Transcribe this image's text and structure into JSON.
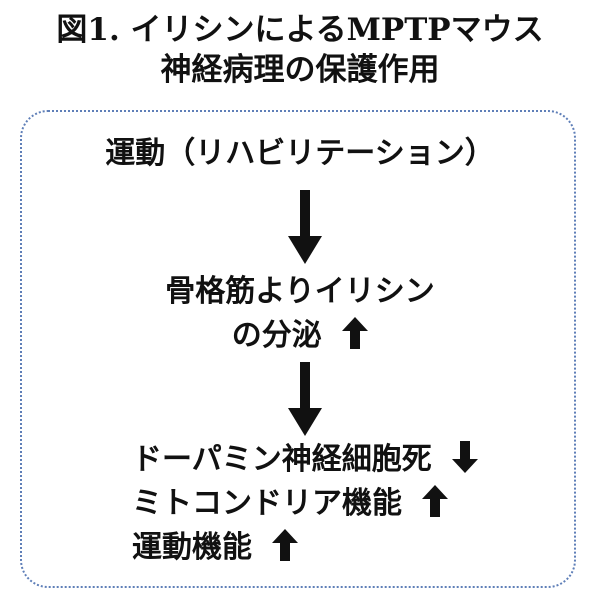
{
  "figure": {
    "title_line1": "図1. イリシンによるMPTPマウス",
    "title_line2": "神経病理の保護作用"
  },
  "steps": {
    "step1": "運動（リハビリテーション）",
    "step2_line1": "骨格筋よりイリシン",
    "step2_line2": "の分泌"
  },
  "outcomes": {
    "item1": "ドーパミン神経細胞死",
    "item2": "ミトコンドリア機能",
    "item3": "運動機能"
  },
  "indicators": {
    "step2": "up-arrow-icon",
    "item1": "down-arrow-icon",
    "item2": "up-arrow-icon",
    "item3": "up-arrow-icon"
  },
  "colors": {
    "box_border": "#5f7fb8",
    "text": "#111111"
  }
}
